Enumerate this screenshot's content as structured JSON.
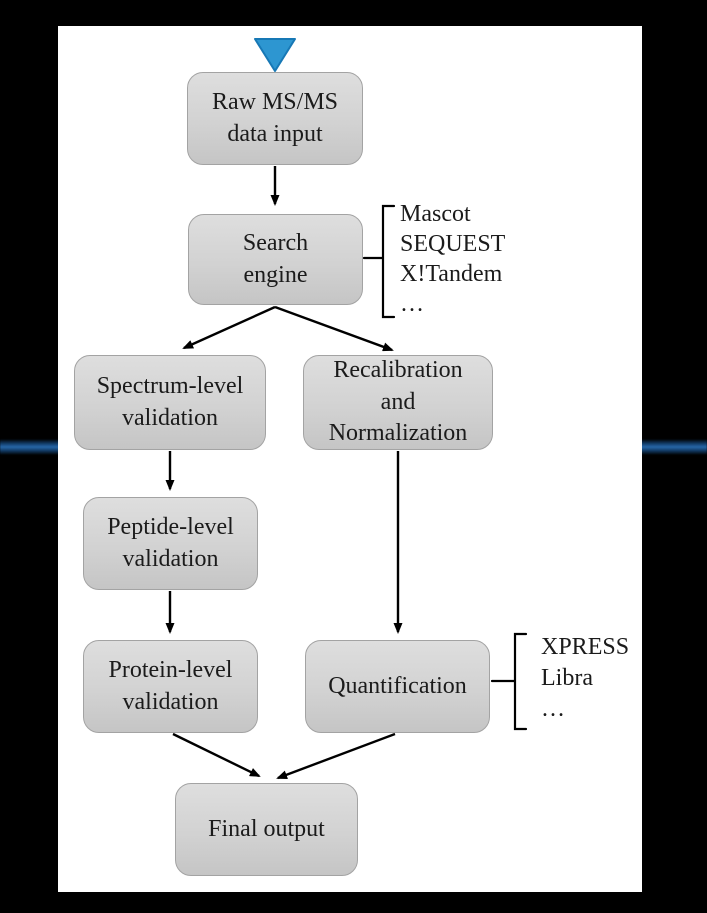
{
  "page": {
    "background_color": "#000000",
    "panel_color": "#ffffff",
    "glow_line_color": "#2767a9"
  },
  "decorations": {
    "input_marker": {
      "shape": "triangle-down",
      "fill_color": "#2d96d1",
      "border_color": "#1778b5"
    }
  },
  "flowchart": {
    "style": {
      "node_fill_top": "#dedede",
      "node_fill_bottom": "#c5c5c5",
      "node_border_color": "#a3a3a3",
      "text_color": "#1b1b1b",
      "arrow_color": "#000000"
    },
    "nodes": [
      {
        "id": "raw-input",
        "label": "Raw MS/MS\ndata input"
      },
      {
        "id": "search-engine",
        "label": "Search\nengine"
      },
      {
        "id": "spectrum-validation",
        "label": "Spectrum-level\nvalidation"
      },
      {
        "id": "recalibration",
        "label": "Recalibration\nand\nNormalization"
      },
      {
        "id": "peptide-validation",
        "label": "Peptide-level\nvalidation"
      },
      {
        "id": "protein-validation",
        "label": "Protein-level\nvalidation"
      },
      {
        "id": "quantification",
        "label": "Quantification"
      },
      {
        "id": "final-output",
        "label": "Final output"
      }
    ],
    "annotations": [
      {
        "id": "search-engine-tools",
        "attached_to": "search-engine",
        "items": [
          "Mascot",
          "SEQUEST",
          "X!Tandem",
          "…"
        ]
      },
      {
        "id": "quantification-tools",
        "attached_to": "quantification",
        "items": [
          "XPRESS",
          "Libra",
          "…"
        ]
      }
    ],
    "edges": [
      {
        "from": "raw-input",
        "to": "search-engine"
      },
      {
        "from": "search-engine",
        "to": "spectrum-validation"
      },
      {
        "from": "search-engine",
        "to": "recalibration"
      },
      {
        "from": "spectrum-validation",
        "to": "peptide-validation"
      },
      {
        "from": "peptide-validation",
        "to": "protein-validation"
      },
      {
        "from": "recalibration",
        "to": "quantification"
      },
      {
        "from": "protein-validation",
        "to": "final-output"
      },
      {
        "from": "quantification",
        "to": "final-output"
      }
    ]
  }
}
